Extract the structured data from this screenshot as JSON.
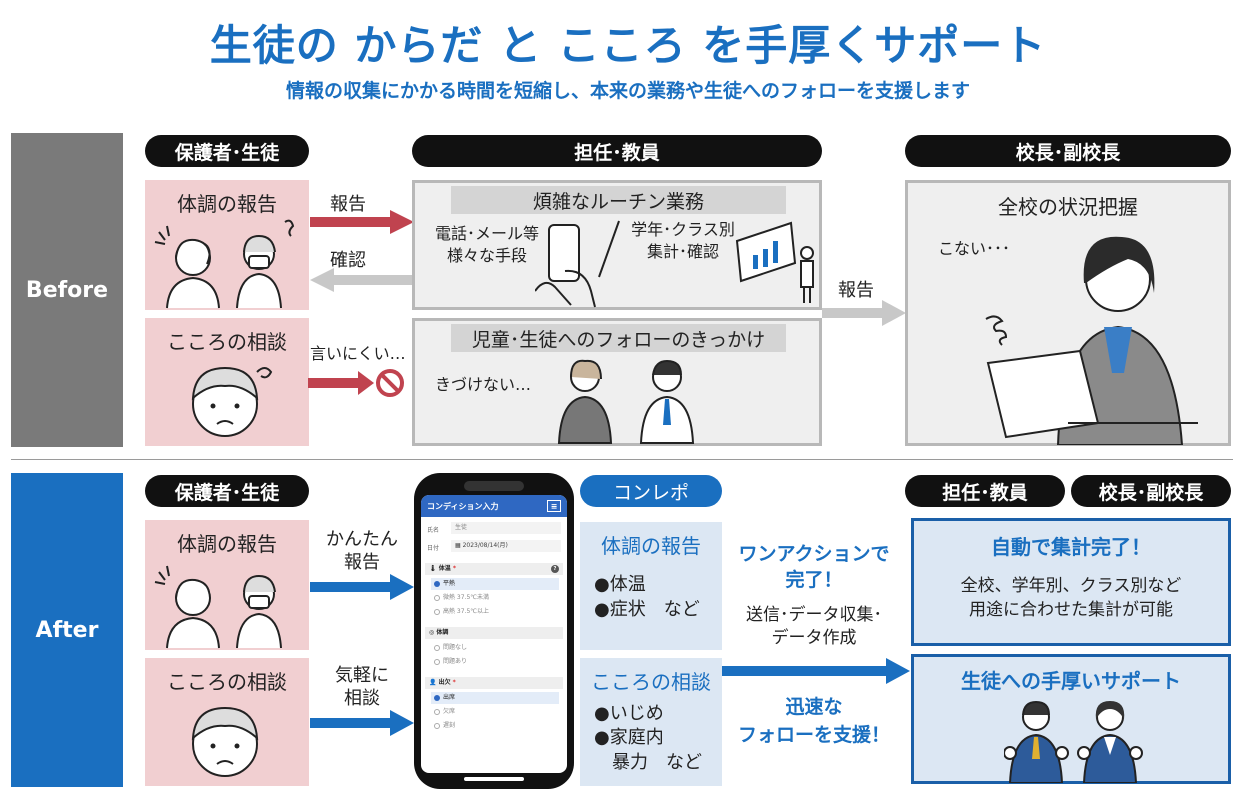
{
  "header": {
    "title": "生徒の からだ と こころ を手厚くサポート",
    "subtitle": "情報の収集にかかる時間を短縮し、本来の業務や生徒へのフォローを支援します"
  },
  "before": {
    "label": "Before",
    "guardians_pill": "保護者･生徒",
    "teachers_pill": "担任･教員",
    "principals_pill": "校長･副校長",
    "body_report_title": "体調の報告",
    "mind_consult_title": "こころの相談",
    "arrow_report": "報告",
    "arrow_confirm": "確認",
    "arrow_hard_to_say": "言いにくい…",
    "routine_title": "煩雑なルーチン業務",
    "routine_left_line1": "電話･メール等",
    "routine_left_line2": "様々な手段",
    "routine_right_line1": "学年･クラス別",
    "routine_right_line2": "集計･確認",
    "followup_title": "児童･生徒へのフォローのきっかけ",
    "followup_text": "きづけない…",
    "arrow_report_principal": "報告",
    "school_status_title": "全校の状況把握",
    "school_status_text": "こない･･･"
  },
  "after": {
    "label": "After",
    "guardians_pill": "保護者･生徒",
    "conrepo_pill": "コンレポ",
    "teachers_pill": "担任･教員",
    "principals_pill": "校長･副校長",
    "body_report_title": "体調の報告",
    "mind_consult_title": "こころの相談",
    "arrow_easy_line1": "かんたん",
    "arrow_easy_line2": "報告",
    "arrow_casual_line1": "気軽に",
    "arrow_casual_line2": "相談",
    "phone": {
      "app_title": "コンディション入力",
      "menu_icon": "≡",
      "name_label": "氏名",
      "name_value": "生徒",
      "date_label": "日付",
      "date_value": "2023/08/14(月)",
      "section_temp": "体温",
      "temp_options": [
        "平熱",
        "微熱 37.5℃未満",
        "高熱 37.5℃以上"
      ],
      "section_condition": "体調",
      "condition_options": [
        "問題なし",
        "問題あり"
      ],
      "section_attendance": "出欠",
      "attendance_options": [
        "出席",
        "欠席",
        "遅刻"
      ]
    },
    "panel_body_title": "体調の報告",
    "panel_body_item1": "●体温",
    "panel_body_item2": "●症状　など",
    "panel_mind_title": "こころの相談",
    "panel_mind_item1": "●いじめ",
    "panel_mind_item2": "●家庭内",
    "panel_mind_item3": "　暴力　など",
    "one_action_line1": "ワンアクションで",
    "one_action_line2": "完了！",
    "one_action_detail_line1": "送信･データ収集･",
    "one_action_detail_line2": "データ作成",
    "quick_line1": "迅速な",
    "quick_line2": "フォローを支援！",
    "auto_title": "自動で集計完了！",
    "auto_line1": "全校、学年別、クラス別など",
    "auto_line2": "用途に合わせた集計が可能",
    "support_title": "生徒への手厚いサポート"
  },
  "colors": {
    "brand_blue": "#1a6fc0",
    "before_gray": "#7a7a7a",
    "pink": "#f1cfd1",
    "red_arrow": "#c0434f"
  }
}
